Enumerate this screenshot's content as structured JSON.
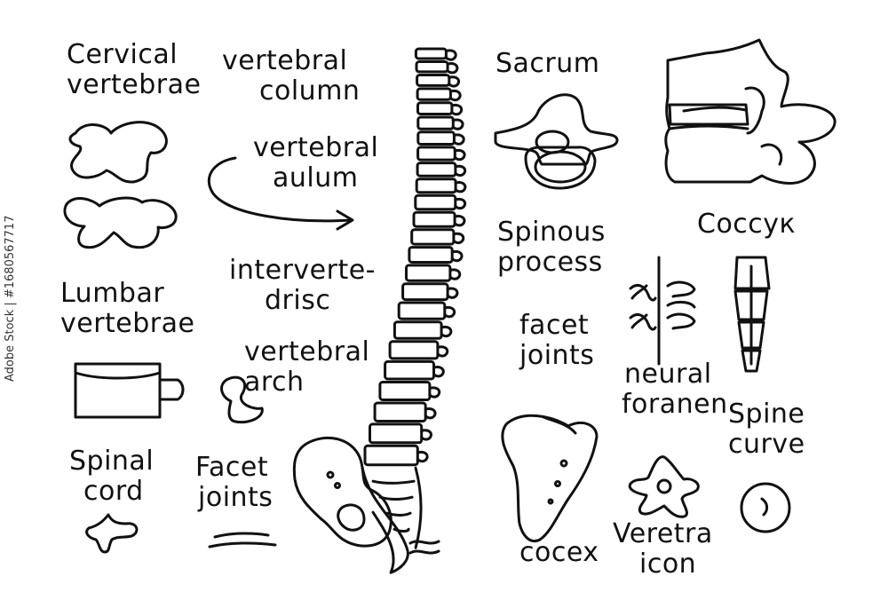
{
  "labels": {
    "cervical_vertebrae": [
      "Cervical",
      "vertebrae"
    ],
    "vertebral_column": [
      "vertebral",
      "column"
    ],
    "vertebral_aulum": [
      "vertebral",
      "aulum"
    ],
    "interverte_drisc": [
      "interverte-",
      "drisc"
    ],
    "lumbar_vertebrae": [
      "Lumbar",
      "vertebrae"
    ],
    "vertebral_arch": [
      "vertebral",
      "arch"
    ],
    "spinal_cord": [
      "Spinal",
      "cord"
    ],
    "facet_joints_left": [
      "Facet",
      "joints"
    ],
    "sacrum": [
      "Sacrum"
    ],
    "spinous_process": [
      "Spinous",
      "process"
    ],
    "coccyx": [
      "Соссук"
    ],
    "facet_joints_right": [
      "facet",
      "joints"
    ],
    "neural_foramen": [
      "neural",
      "foranen"
    ],
    "spine_curve": [
      "Spine",
      "curve"
    ],
    "cocex": [
      "cocex"
    ],
    "vertebra_icon": [
      "Veretra",
      "icon"
    ]
  },
  "watermark": "Adobe Stock | #1680567717",
  "colors": {
    "ink": "#111111",
    "background": "#ffffff"
  }
}
